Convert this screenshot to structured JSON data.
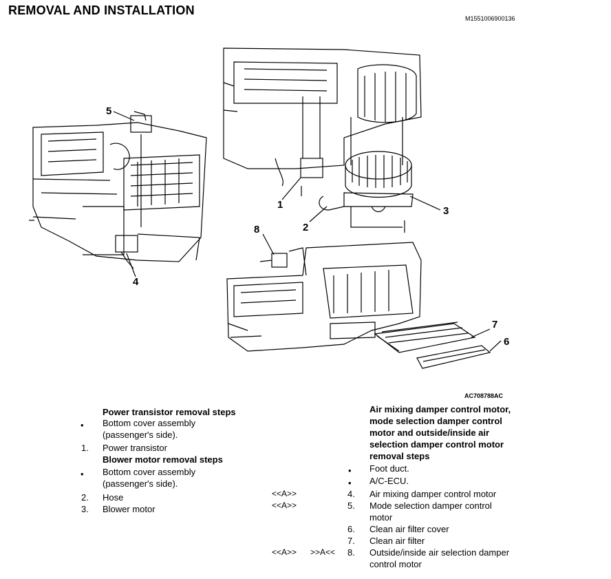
{
  "header": {
    "title": "REMOVAL AND INSTALLATION",
    "doc_id": "M1551006900136"
  },
  "figure": {
    "code": "AC708788AC",
    "callouts": [
      "1",
      "2",
      "3",
      "4",
      "5",
      "6",
      "7",
      "8"
    ]
  },
  "left_column": {
    "power_heading": "Power transistor removal steps",
    "power_step1_line1": "Bottom cover assembly",
    "power_step1_line2": "(passenger's side).",
    "power_step2_num": "1.",
    "power_step2": "Power transistor",
    "blower_heading": "Blower motor removal steps",
    "blower_step1_line1": "Bottom cover assembly",
    "blower_step1_line2": "(passenger's side).",
    "blower_step2_num": "2.",
    "blower_step2": "Hose",
    "blower_step3_num": "3.",
    "blower_step3": "Blower motor",
    "bullet": "•"
  },
  "right_column": {
    "heading_line1": "Air mixing damper control motor,",
    "heading_line2": "mode selection damper control",
    "heading_line3": "motor and outside/inside air",
    "heading_line4": "selection damper control motor",
    "heading_line5": "removal steps",
    "step_foot": "Foot duct.",
    "step_acecu": "A/C-ECU.",
    "ref_a": "<<A>>",
    "ref_a_install": ">>A<<",
    "step4_num": "4.",
    "step4": "Air mixing damper control motor",
    "step5_num": "5.",
    "step5_line1": "Mode selection damper control",
    "step5_line2": "motor",
    "step6_num": "6.",
    "step6": "Clean air filter cover",
    "step7_num": "7.",
    "step7": "Clean air filter",
    "step8_num": "8.",
    "step8_line1": "Outside/inside air selection damper",
    "step8_line2": "control motor",
    "bullet": "•"
  }
}
